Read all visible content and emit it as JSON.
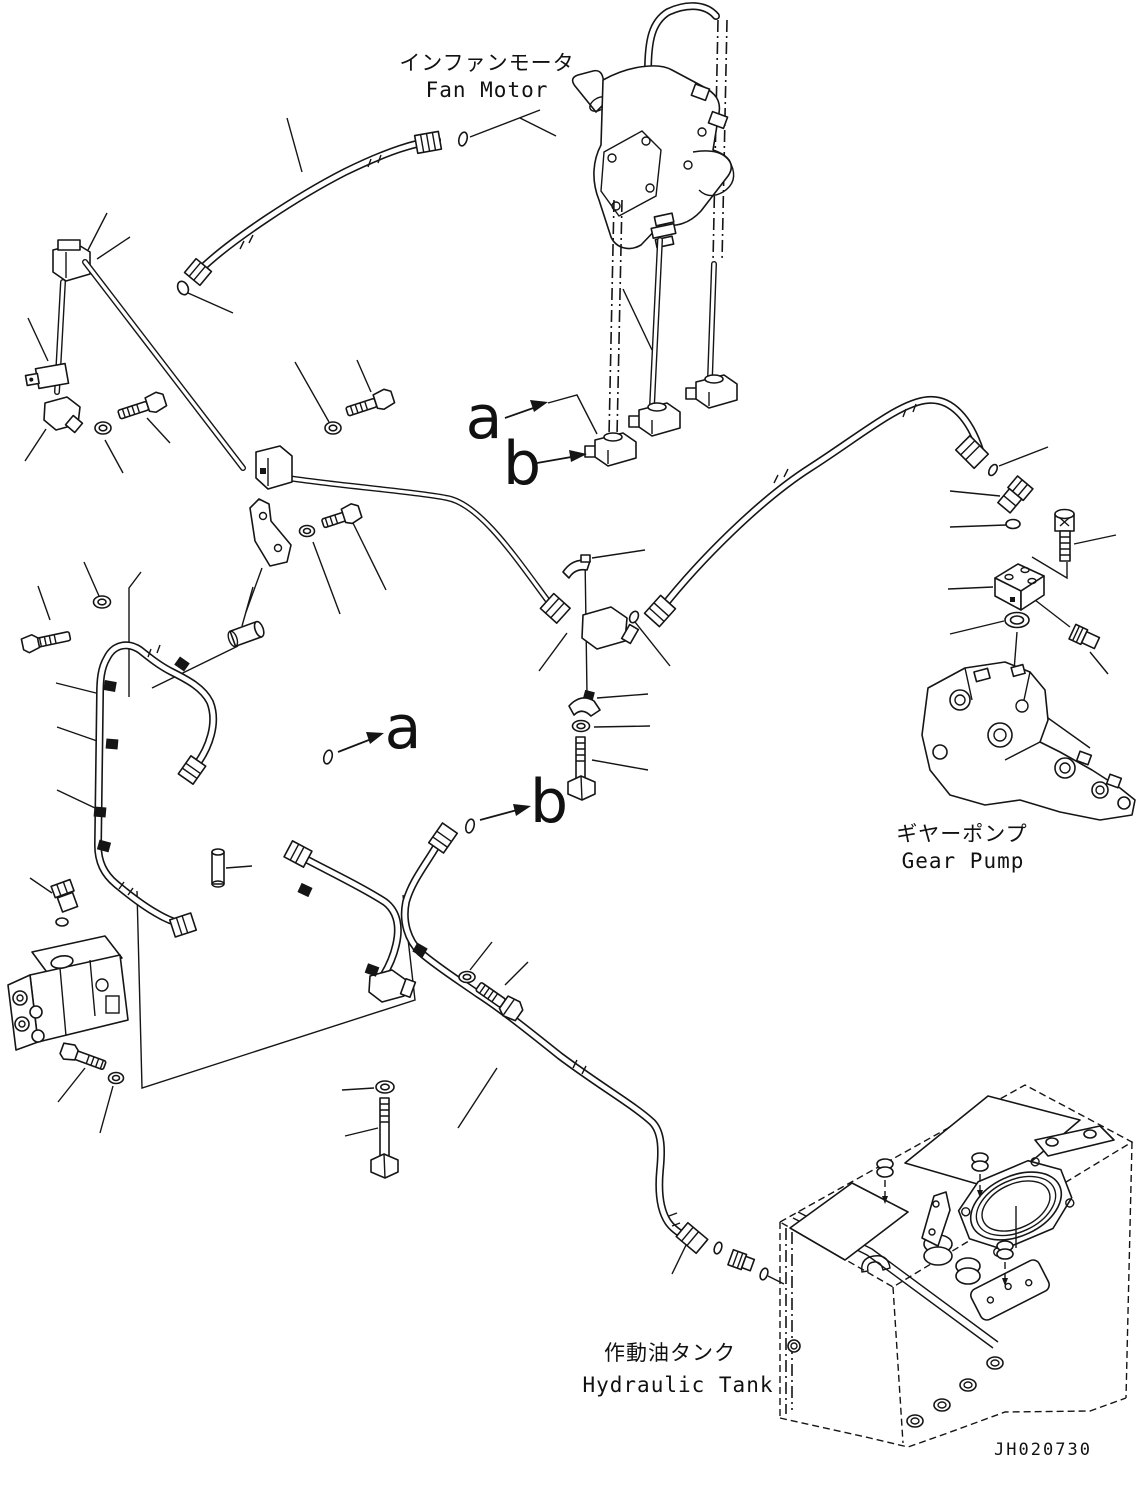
{
  "title": "Fan motor piping parts diagram",
  "labels": {
    "fan_motor": {
      "jp": "インファンモータ",
      "en": "Fan Motor"
    },
    "gear_pump": {
      "jp": "ギヤーポンプ",
      "en": "Gear Pump"
    },
    "hydraulic_tank": {
      "jp": "作動油タンク",
      "en": "Hydraulic Tank"
    }
  },
  "callouts": {
    "a": "a",
    "b": "b"
  },
  "drawing_number": "JH020730",
  "colors": {
    "line": "#151515",
    "background": "#ffffff"
  }
}
